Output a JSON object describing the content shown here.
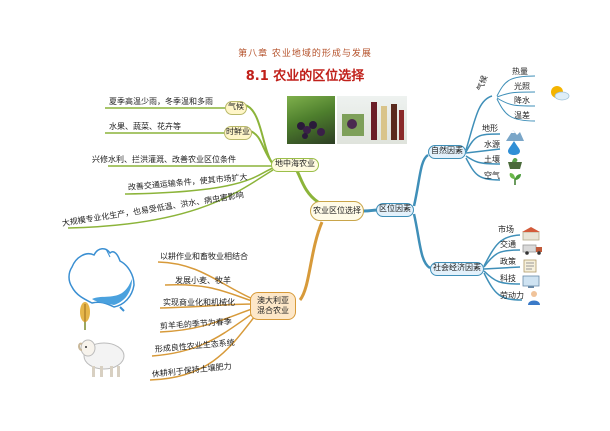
{
  "chapter": "第八章  农业地域的形成与发展",
  "title": "8.1 农业的区位选择",
  "center": "农业区位选择",
  "left": {
    "mediterranean": {
      "label": "地中海农业",
      "climate_tag": "气候",
      "climate_text": "夏季高温少雨，冬季温和多雨",
      "fresh_tag": "时鲜业",
      "fresh_text": "水果、蔬菜、花卉等",
      "items": [
        "兴修水利、拦洪灌溉、改善农业区位条件",
        "改善交通运输条件，使其市场扩大",
        "大规模专业化生产，也易受低温、洪水、病虫害影响"
      ]
    },
    "australia": {
      "label_line1": "澳大利亚",
      "label_line2": "混合农业",
      "items": [
        "以耕作业和畜牧业相结合",
        "发展小麦、牧羊",
        "实现商业化和机械化",
        "剪羊毛的季节为春季",
        "形成良性农业生态系统",
        "休耕利于保持土壤肥力"
      ]
    }
  },
  "right": {
    "label": "区位因素",
    "natural": {
      "label": "自然因素",
      "climate": "气候",
      "climate_items": [
        "热量",
        "光照",
        "降水",
        "温差"
      ],
      "items": [
        "地形",
        "水源",
        "土壤",
        "空气"
      ]
    },
    "social": {
      "label": "社会经济因素",
      "items": [
        "市场",
        "交通",
        "政策",
        "科技",
        "劳动力"
      ]
    }
  },
  "icons": [
    "sun-cloud-icon",
    "mountain-icon",
    "water-drop-icon",
    "soil-icon",
    "plant-icon",
    "market-icon",
    "truck-icon",
    "policy-icon",
    "technology-icon",
    "worker-icon",
    "wheat-icon",
    "sheep-icon",
    "australia-map-icon"
  ],
  "colors": {
    "title": "#c0201a",
    "chapter": "#b5532c",
    "left_branch": "#8cb43a",
    "lower_branch": "#d79a3a",
    "right_branch": "#3f8fb8"
  }
}
